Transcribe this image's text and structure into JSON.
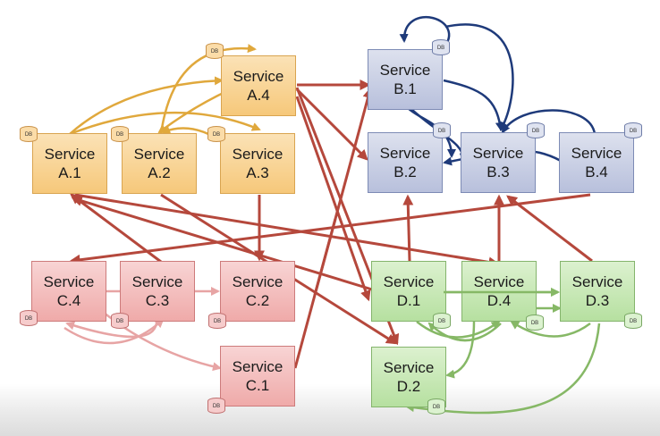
{
  "diagram": {
    "db_label": "DB",
    "nodes": {
      "A1": {
        "line1": "Service",
        "line2": "A.1"
      },
      "A2": {
        "line1": "Service",
        "line2": "A.2"
      },
      "A3": {
        "line1": "Service",
        "line2": "A.3"
      },
      "A4": {
        "line1": "Service",
        "line2": "A.4"
      },
      "B1": {
        "line1": "Service",
        "line2": "B.1"
      },
      "B2": {
        "line1": "Service",
        "line2": "B.2"
      },
      "B3": {
        "line1": "Service",
        "line2": "B.3"
      },
      "B4": {
        "line1": "Service",
        "line2": "B.4"
      },
      "C1": {
        "line1": "Service",
        "line2": "C.1"
      },
      "C2": {
        "line1": "Service",
        "line2": "C.2"
      },
      "C3": {
        "line1": "Service",
        "line2": "C.3"
      },
      "C4": {
        "line1": "Service",
        "line2": "C.4"
      },
      "D1": {
        "line1": "Service",
        "line2": "D.1"
      },
      "D2": {
        "line1": "Service",
        "line2": "D.2"
      },
      "D3": {
        "line1": "Service",
        "line2": "D.3"
      },
      "D4": {
        "line1": "Service",
        "line2": "D.4"
      }
    },
    "colors": {
      "group_a_arrow": "#e0a83c",
      "group_b_arrow": "#1e3a7a",
      "group_c_arrow": "#e7a4a4",
      "group_d_arrow": "#86b866",
      "cross_arrow": "#b5483c"
    }
  }
}
